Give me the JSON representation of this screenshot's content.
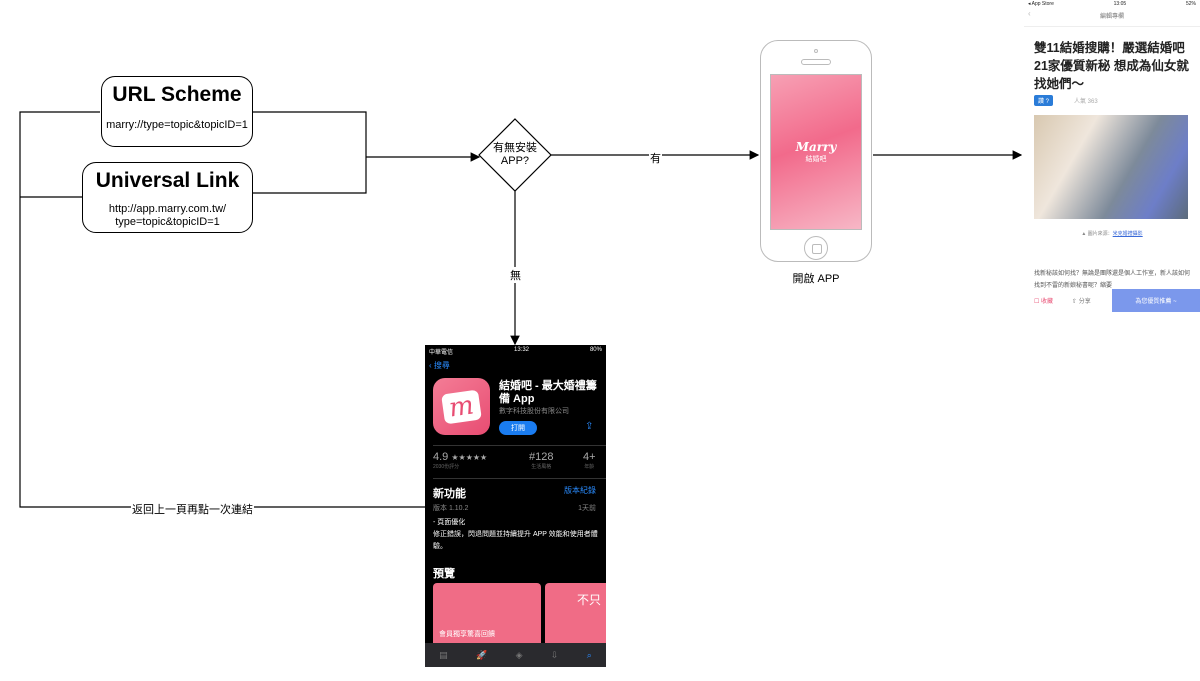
{
  "url_scheme": {
    "title": "URL Scheme",
    "example": "marry://type=topic&topicID=1"
  },
  "universal_link": {
    "title": "Universal Link",
    "example_line1": "http://app.marry.com.tw/",
    "example_line2": "type=topic&topicID=1"
  },
  "decision": {
    "line1": "有無安裝",
    "line2": "APP?"
  },
  "edges": {
    "yes": "有",
    "no": "無",
    "back": "返回上一頁再點一次連結"
  },
  "open_app": {
    "caption": "開啟 APP",
    "logo": "Marry",
    "logo_sub": "結婚吧"
  },
  "app_store": {
    "status_left": "中華電信",
    "status_time": "13:32",
    "status_right": "80%",
    "back": "‹ 搜尋",
    "app_name": "結婚吧 - 最大婚禮籌備 App",
    "developer": "數字科技股份有限公司",
    "open_button": "打開",
    "rating": "4.9",
    "stars": "★★★★★",
    "rating_sub": "2030份評分",
    "rank": "#128",
    "rank_sub": "生活風格",
    "age": "4+",
    "age_sub": "年齡",
    "whats_new": "新功能",
    "version_history": "版本紀錄",
    "version": "版本 1.10.2",
    "ago": "1天前",
    "notes_line1": "- 頁面優化",
    "notes_line2": "修正錯誤，閃退問題並持續提升 APP 效能和使用者體驗。",
    "preview": "預覽",
    "shot1_text": "會員獨享驚喜回饋",
    "shot2_text": "不只",
    "tabs": [
      "▤",
      "🚀",
      "◈",
      "⇩",
      "⌕"
    ]
  },
  "article": {
    "status_left": "◂ App Store",
    "status_time": "13:05",
    "status_right": "52%",
    "nav_title": "編輯專欄",
    "title": "雙11結婚搜購！嚴選結婚吧21家優質新秘 想成為仙女就找她們～",
    "like": "讚 ?",
    "popularity": "人氣 363",
    "credit": "▲ 圖片來源：",
    "credit_link": "米克婚禮攝影",
    "body": "找新秘該如何找？無論是團隊還是個人工作室，新人該如何找到不雷的新娘秘書呢？縮要",
    "fav": "☐ 收藏",
    "share": "⇧ 分享",
    "recommend": "為您優質推薦 ~"
  }
}
